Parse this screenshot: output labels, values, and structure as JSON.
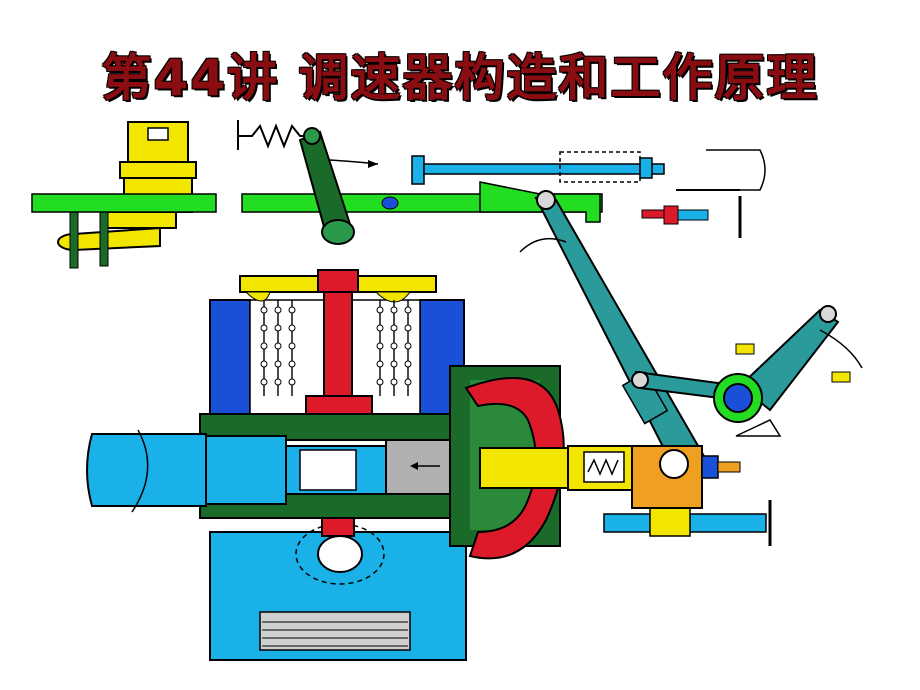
{
  "slide": {
    "title": "第44讲 调速器构造和工作原理"
  },
  "colors": {
    "title": "#8a0d12",
    "housing_blue": "#1ab0e8",
    "lever_teal": "#2a9a9a",
    "link_green": "#22dd22",
    "dark_green": "#1a6a2a",
    "weight_yellow": "#f2e600",
    "cam_red": "#dd1a2a",
    "pivot_blue": "#1a50d8",
    "block_orange": "#f0a020",
    "sleeve_gray": "#b0b0b0"
  },
  "diagram": {
    "subject": "governor-mechanism",
    "parts": [
      "flyweight-assembly",
      "control-rack",
      "adjusting-lever",
      "governor-spring",
      "sleeve",
      "bell-crank",
      "support-lever",
      "speed-adjusting-lever"
    ]
  }
}
